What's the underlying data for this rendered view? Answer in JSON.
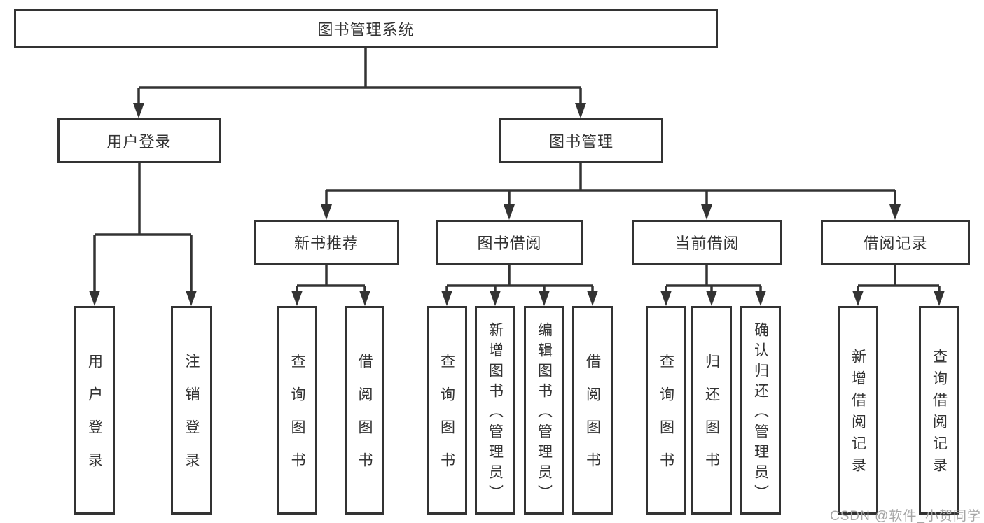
{
  "tree": {
    "root": "图书管理系统",
    "children": [
      {
        "label": "用户登录",
        "children": [
          {
            "label": "用户登录"
          },
          {
            "label": "注销登录"
          }
        ]
      },
      {
        "label": "图书管理",
        "children": [
          {
            "label": "新书推荐",
            "children": [
              {
                "label": "查询图书"
              },
              {
                "label": "借阅图书"
              }
            ]
          },
          {
            "label": "图书借阅",
            "children": [
              {
                "label": "查询图书"
              },
              {
                "label": "新增图书（管理员）"
              },
              {
                "label": "编辑图书（管理员）"
              },
              {
                "label": "借阅图书"
              }
            ]
          },
          {
            "label": "当前借阅",
            "children": [
              {
                "label": "查询图书"
              },
              {
                "label": "归还图书"
              },
              {
                "label": "确认归还（管理员）"
              }
            ]
          },
          {
            "label": "借阅记录",
            "children": [
              {
                "label": "新增借阅记录"
              },
              {
                "label": "查询借阅记录"
              }
            ]
          }
        ]
      }
    ]
  },
  "colors": {
    "line": "#333333",
    "text": "#333333",
    "watermark": "#a6a6a6",
    "background": "#ffffff"
  },
  "watermark": "CSDN @软件_小贺同学"
}
